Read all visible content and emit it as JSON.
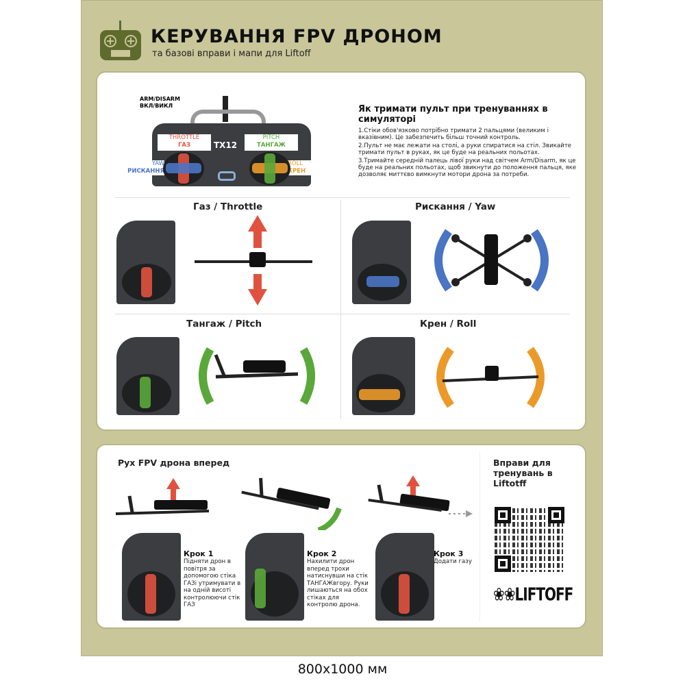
{
  "header": {
    "title": "КЕРУВАННЯ FPV ДРОНОМ",
    "subtitle": "та базові вправи і мапи для Liftoff",
    "logo_icon": "remote-controller-icon"
  },
  "controller": {
    "arm_label": "ARM/DISARM",
    "arm_label_ua": "ВКЛ/ВИКЛ",
    "model": "TX12",
    "throttle": "THROTTLE",
    "throttle_ua": "ГАЗ",
    "pitch": "PITCH",
    "pitch_ua": "ТАНГАЖ",
    "yaw": "YAW",
    "yaw_ua": "РИСКАННЯ",
    "roll": "ROLL",
    "roll_ua": "КРЕН"
  },
  "howto": {
    "title": "Як тримати пульт при тренуваннях в симуляторі",
    "items": [
      "1.Стіки обов'язково потрібно тримати 2 пальцями (великим і вказівним). Це забезпечить більш точний контроль.",
      "2.Пульт не має лежати на столі, а руки спиратися на стіл. Звикайте тримати пульт в руках, як це буде на реальних польотах.",
      "3.Тримайте середній палець лівої руки над світчем Arm/Disarm, як це буде на реальних польотах, щоб звикнути до положення пальця, яке дозволяє миттєво вимкнути мотори дрона за потреби."
    ]
  },
  "axes": [
    {
      "title": "Газ / Throttle",
      "color": "#e0523f"
    },
    {
      "title": "Рискання / Yaw",
      "color": "#4a74c4"
    },
    {
      "title": "Тангаж / Pitch",
      "color": "#5aa83a"
    },
    {
      "title": "Крен / Roll",
      "color": "#eb9a2a"
    }
  ],
  "forward": {
    "title": "Рух FPV дрона вперед",
    "steps": [
      {
        "title": "Крок 1",
        "text": "Підняти дрон в повітря за допомогою стіка ГАЗі утримувати в на одній висоті контролюючи стік ГАЗ",
        "color": "#e0523f"
      },
      {
        "title": "Крок 2",
        "text": "Нахилити дрон вперед трохи натиснувши на стік ТАНГАЖвгору. Руки лишаються на обох стіках для контролю дрона.",
        "color": "#5aa83a"
      },
      {
        "title": "Крок 3",
        "text": "Додати газу",
        "color": "#e0523f"
      }
    ]
  },
  "liftoff": {
    "title": "Вправи для тренувань в Liftotff",
    "logo_text": "LIFTOFF"
  },
  "footer": {
    "size": "800x1000 мм"
  },
  "colors": {
    "background": "#c9c69a",
    "accent_olive": "#5e6b2c",
    "throttle": "#e0523f",
    "yaw": "#4a74c4",
    "pitch": "#5aa83a",
    "roll": "#eb9a2a"
  }
}
